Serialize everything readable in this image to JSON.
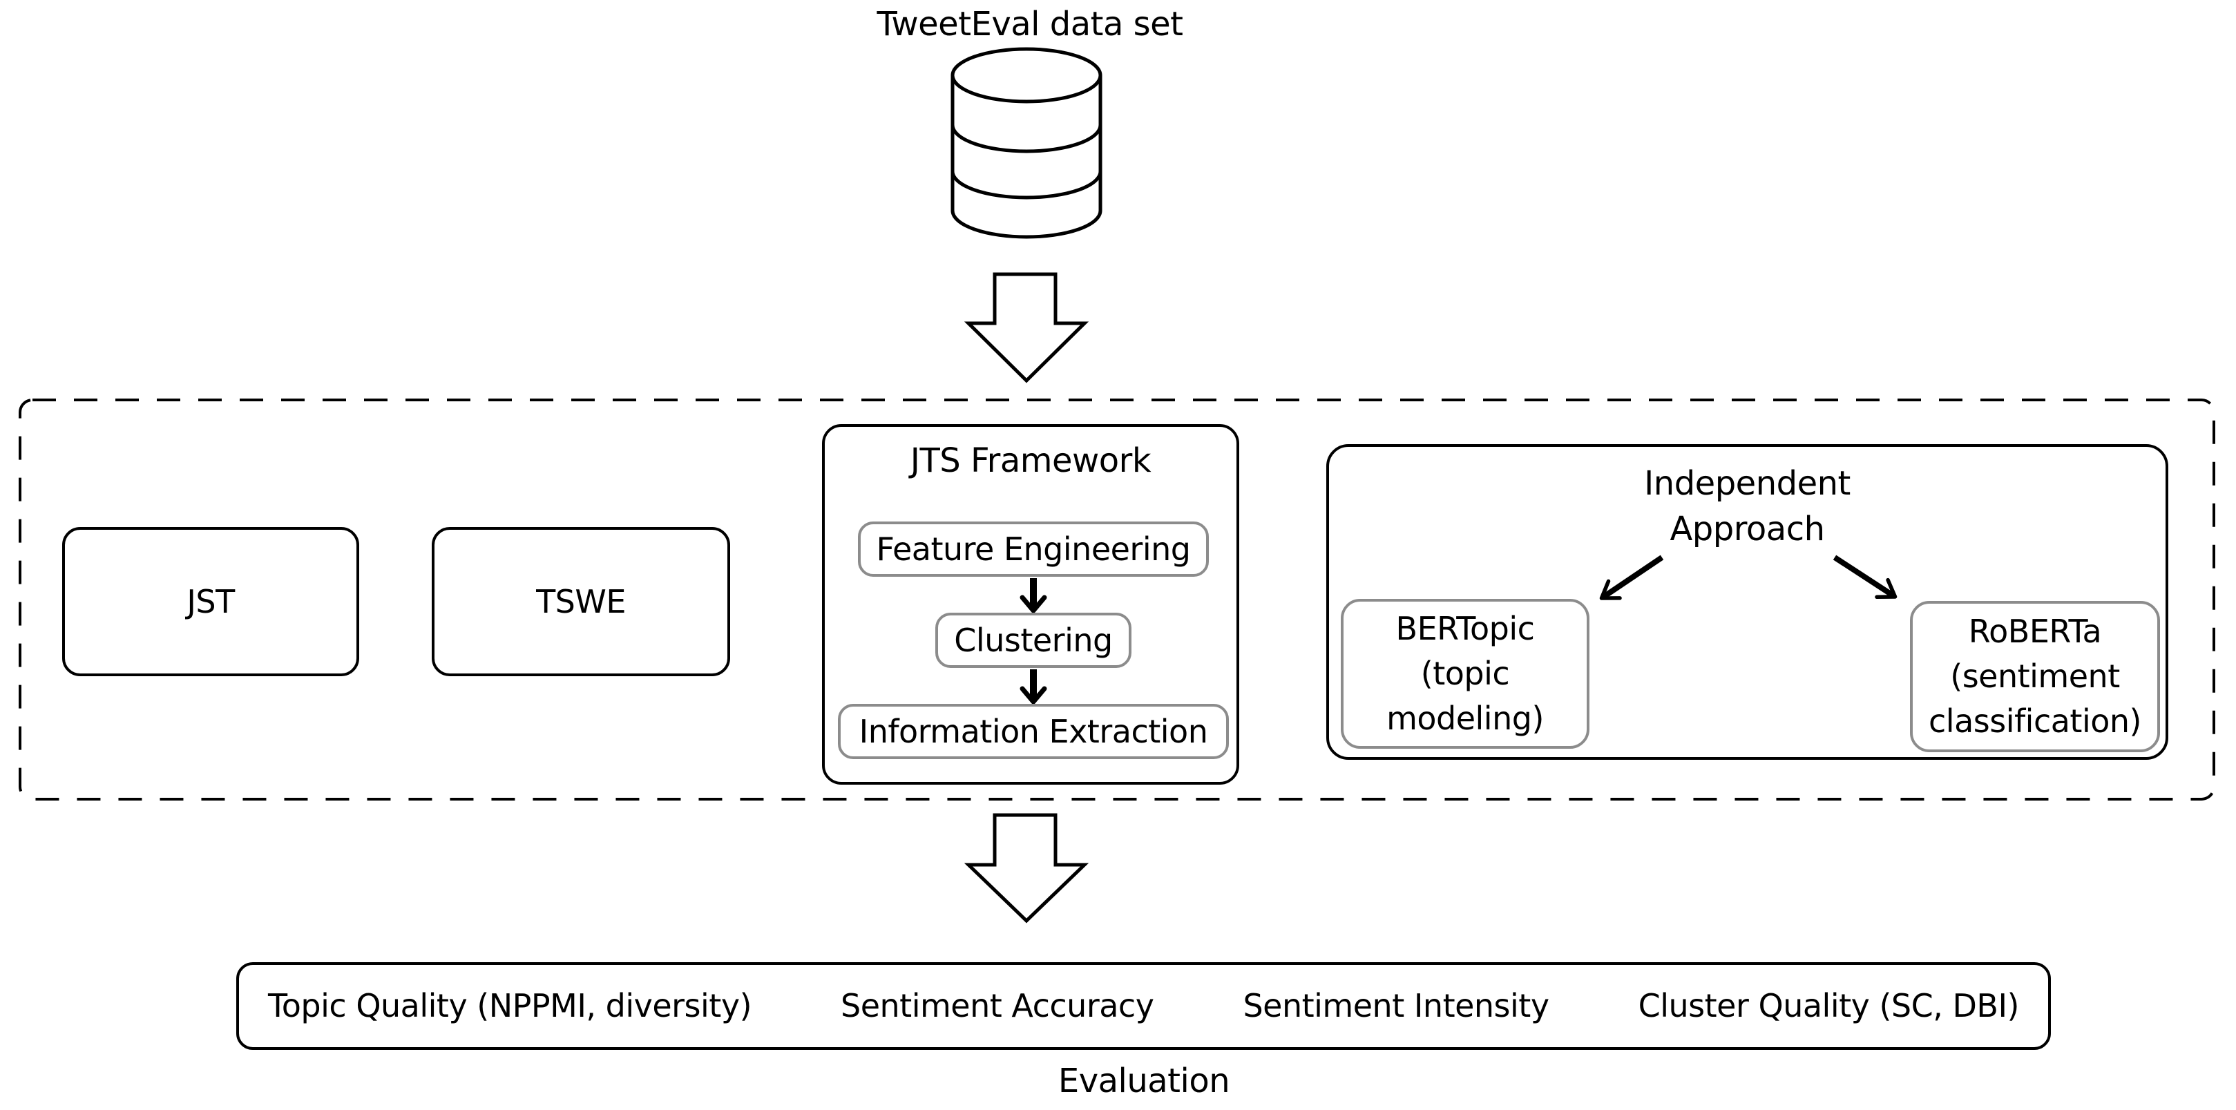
{
  "colors": {
    "line": "#000000",
    "inner_border": "#8c8c8c",
    "background": "#ffffff"
  },
  "dataset": {
    "label": "TweetEval data set",
    "icon": "database-icon"
  },
  "pipeline": {
    "models": [
      {
        "label": "JST"
      },
      {
        "label": "TSWE"
      }
    ],
    "jts_framework": {
      "title": "JTS Framework",
      "steps": [
        {
          "label": "Feature Engineering"
        },
        {
          "label": "Clustering"
        },
        {
          "label": "Information Extraction"
        }
      ]
    },
    "independent": {
      "title_lines": [
        "Independent",
        "Approach"
      ],
      "branches": [
        {
          "lines": [
            "BERTopic",
            "(topic",
            "modeling)"
          ]
        },
        {
          "lines": [
            "RoBERTa",
            "(sentiment",
            "classification)"
          ]
        }
      ]
    }
  },
  "evaluation": {
    "items": [
      "Topic Quality (NPPMI, diversity)",
      "Sentiment Accuracy",
      "Sentiment Intensity",
      "Cluster Quality (SC, DBI)"
    ],
    "caption": "Evaluation"
  }
}
